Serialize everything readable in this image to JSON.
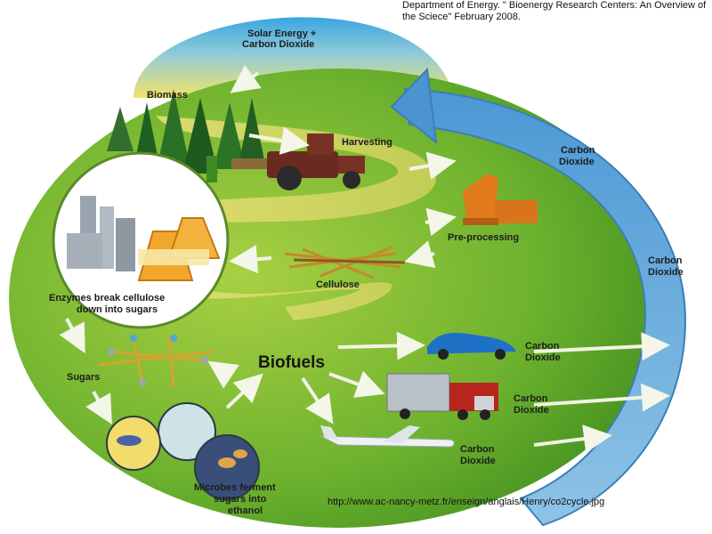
{
  "source_caption": "Department of Energy. \" Bioenergy Research Centers: An Overview of the Sciece\" February 2008.",
  "url_caption": "http://www.ac-nancy-metz.fr/enseign/anglais/Henry/co2cycle.jpg",
  "labels": {
    "solar_line1": "Solar Energy +",
    "solar_line2": "Carbon Dioxide",
    "biomass": "Biomass",
    "harvesting": "Harvesting",
    "preprocessing": "Pre-processing",
    "cellulose": "Cellulose",
    "enzymes_line1": "Enzymes break cellulose",
    "enzymes_line2": "down into sugars",
    "sugars": "Sugars",
    "microbes_line1": "Microbes ferment",
    "microbes_line2": "sugars into",
    "microbes_line3": "ethanol",
    "biofuels": "Biofuels",
    "co2_top_line1": "Carbon",
    "co2_top_line2": "Dioxide",
    "co2_right_line1": "Carbon",
    "co2_right_line2": "Dioxide",
    "co2_car_line1": "Carbon",
    "co2_car_line2": "Dioxide",
    "co2_truck_line1": "Carbon",
    "co2_truck_line2": "Dioxide",
    "co2_plane_line1": "Carbon",
    "co2_plane_line2": "Dioxide"
  },
  "colors": {
    "sky_top": "#4fb6e6",
    "sky_bottom": "#e8e070",
    "land_dark": "#3f8f1f",
    "land_light": "#9cc83a",
    "road": "#d9d66a",
    "cycle_arrow": "#5aa2d6",
    "small_arrow": "#eef3df"
  }
}
